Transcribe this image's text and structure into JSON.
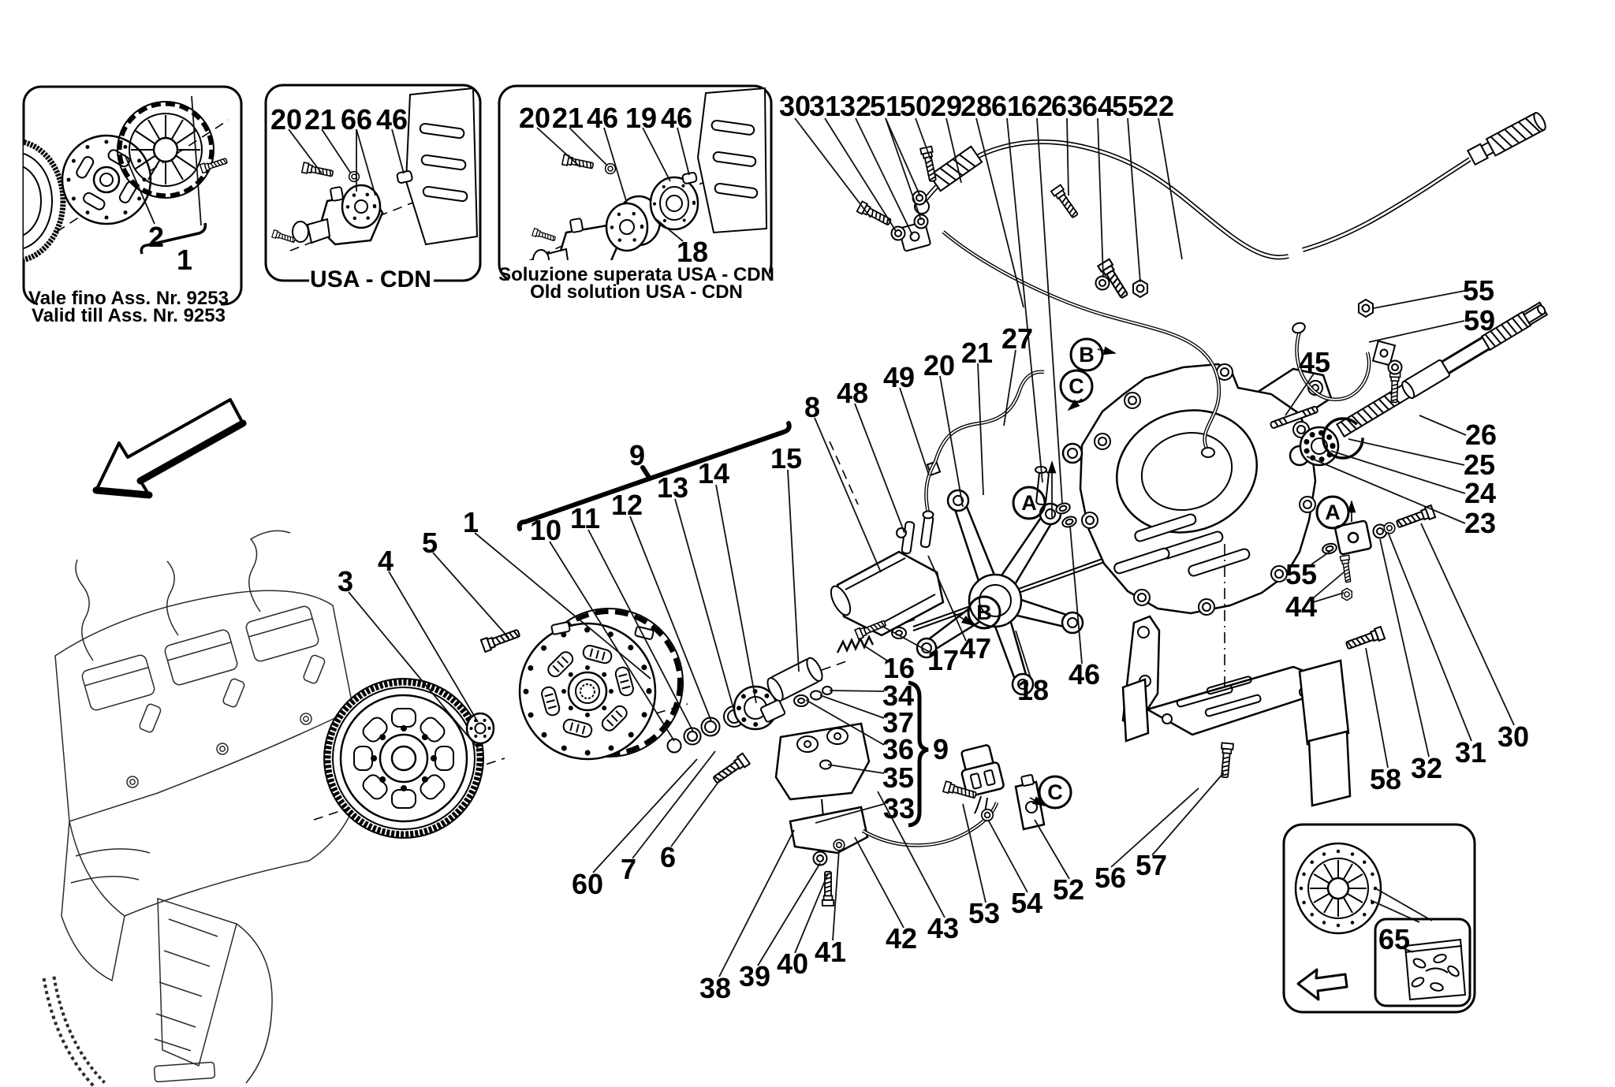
{
  "page": {
    "background": "#ffffff",
    "line_color": "#000000"
  },
  "insets": {
    "valid_till": {
      "caption_it": "Vale fino Ass. Nr. 9253",
      "caption_en": "Valid till Ass. Nr. 9253"
    },
    "usa_cdn": {
      "caption": "USA - CDN"
    },
    "old_solution": {
      "caption_it": "Soluzione superata USA - CDN",
      "caption_en": "Old solution USA - CDN"
    },
    "kit": {
      "part_number": "65"
    }
  },
  "letters": [
    {
      "t": "B"
    },
    {
      "t": "C"
    },
    {
      "t": "A"
    },
    {
      "t": "B"
    },
    {
      "t": "C"
    },
    {
      "t": "A"
    }
  ],
  "labels": [
    {
      "t": "2"
    },
    {
      "t": "1"
    },
    {
      "t": "20"
    },
    {
      "t": "21"
    },
    {
      "t": "66"
    },
    {
      "t": "46"
    },
    {
      "t": "20"
    },
    {
      "t": "21"
    },
    {
      "t": "46"
    },
    {
      "t": "19"
    },
    {
      "t": "46"
    },
    {
      "t": "18"
    },
    {
      "t": "30"
    },
    {
      "t": "31"
    },
    {
      "t": "32"
    },
    {
      "t": "51"
    },
    {
      "t": "50"
    },
    {
      "t": "29"
    },
    {
      "t": "28"
    },
    {
      "t": "61"
    },
    {
      "t": "62"
    },
    {
      "t": "63"
    },
    {
      "t": "64"
    },
    {
      "t": "55"
    },
    {
      "t": "22"
    },
    {
      "t": "55"
    },
    {
      "t": "59"
    },
    {
      "t": "45"
    },
    {
      "t": "26"
    },
    {
      "t": "25"
    },
    {
      "t": "24"
    },
    {
      "t": "23"
    },
    {
      "t": "8"
    },
    {
      "t": "48"
    },
    {
      "t": "49"
    },
    {
      "t": "20"
    },
    {
      "t": "21"
    },
    {
      "t": "27"
    },
    {
      "t": "9"
    },
    {
      "t": "1"
    },
    {
      "t": "5"
    },
    {
      "t": "4"
    },
    {
      "t": "3"
    },
    {
      "t": "10"
    },
    {
      "t": "11"
    },
    {
      "t": "12"
    },
    {
      "t": "13"
    },
    {
      "t": "14"
    },
    {
      "t": "15"
    },
    {
      "t": "16"
    },
    {
      "t": "17"
    },
    {
      "t": "47"
    },
    {
      "t": "18"
    },
    {
      "t": "46"
    },
    {
      "t": "34"
    },
    {
      "t": "37"
    },
    {
      "t": "36"
    },
    {
      "t": "35"
    },
    {
      "t": "33"
    },
    {
      "t": "9"
    },
    {
      "t": "60"
    },
    {
      "t": "7"
    },
    {
      "t": "6"
    },
    {
      "t": "38"
    },
    {
      "t": "39"
    },
    {
      "t": "40"
    },
    {
      "t": "41"
    },
    {
      "t": "42"
    },
    {
      "t": "43"
    },
    {
      "t": "53"
    },
    {
      "t": "54"
    },
    {
      "t": "52"
    },
    {
      "t": "56"
    },
    {
      "t": "57"
    },
    {
      "t": "55"
    },
    {
      "t": "44"
    },
    {
      "t": "58"
    },
    {
      "t": "32"
    },
    {
      "t": "31"
    },
    {
      "t": "30"
    },
    {
      "t": "65"
    }
  ]
}
